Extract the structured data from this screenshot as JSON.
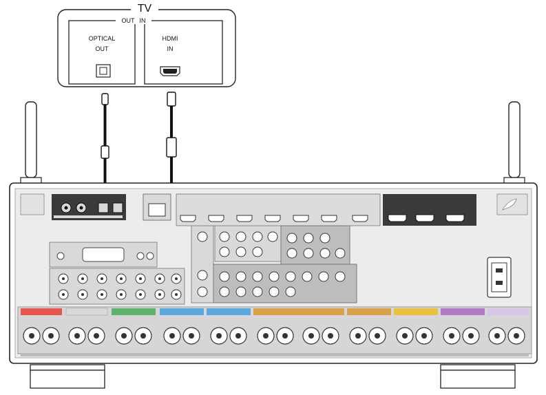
{
  "tv": {
    "title": "TV",
    "out_label": "OUT",
    "in_label": "IN",
    "optical_line1": "OPTICAL",
    "optical_line2": "OUT",
    "hdmi_line1": "HDMI",
    "hdmi_line2": "IN"
  },
  "colors": {
    "line": "#111111",
    "panel": "#d9d9d9",
    "dark_band": "#3a3a3a",
    "speaker_front": "#e8534a",
    "speaker_center": "#5fb46b",
    "speaker_surround": "#5aa9e0",
    "speaker_surround_back": "#d9a247",
    "speaker_front_height": "#e9c13d",
    "speaker_top": "#b07cc6",
    "speaker_light": "#d9c6e6"
  },
  "icons": {
    "optical_port": "optical-port-icon",
    "hdmi_port": "hdmi-port-icon",
    "antenna": "antenna-icon",
    "ac_inlet": "ac-inlet-icon"
  }
}
